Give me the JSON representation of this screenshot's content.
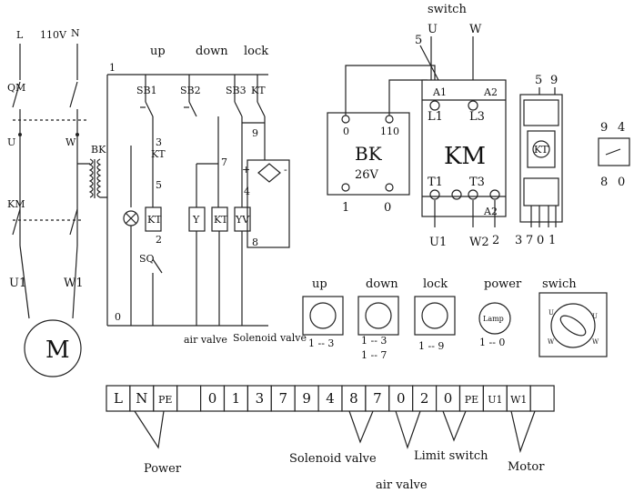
{
  "motor_circuit": {
    "supply_l": "L",
    "supply_v": "110V",
    "supply_n": "N",
    "qm": "QM",
    "u": "U",
    "w": "W",
    "km": "KM",
    "u1": "U1",
    "w1": "W1",
    "motor": "M",
    "bk": "BK"
  },
  "control_circuit": {
    "node_1": "1",
    "node_0": "0",
    "col_up": "up",
    "col_down": "down",
    "col_lock": "lock",
    "sb1": "SB1",
    "sb2": "SB2",
    "sb3": "SB3",
    "kt_top": "KT",
    "kt_contact": "KT",
    "n3": "3",
    "n5": "5",
    "n2": "2",
    "n7": "7",
    "n9": "9",
    "n4": "4",
    "n8": "8",
    "sq": "SQ",
    "coil_kt1": "KT",
    "coil_y": "Y",
    "coil_kt2": "KT",
    "coil_yv": "YV",
    "plus": "+",
    "minus": "-",
    "air_valve": "air valve",
    "solenoid_valve": "Solenoid valve"
  },
  "transformer": {
    "name": "BK",
    "voltage": "26V",
    "t0": "0",
    "t110": "110",
    "b1": "1",
    "b0": "0"
  },
  "contactor": {
    "switch_label": "switch",
    "u": "U",
    "w": "W",
    "n5": "5",
    "a1": "A1",
    "a2_top": "A2",
    "l1": "L1",
    "l3": "L3",
    "name": "KM",
    "t1": "T1",
    "t3": "T3",
    "a2_bot": "A2",
    "u1": "U1",
    "w2": "W2",
    "n2": "2"
  },
  "timer_relay": {
    "n5": "5",
    "n9": "9",
    "kt": "KT",
    "n3": "3",
    "n7": "7",
    "n0": "0",
    "n1": "1"
  },
  "small_switch": {
    "n9": "9",
    "n4": "4",
    "n8": "8",
    "n0": "0"
  },
  "panel": {
    "up": {
      "label": "up",
      "terms": "1 -- 3"
    },
    "down": {
      "label": "down",
      "terms1": "1 -- 3",
      "terms2": "1 -- 7"
    },
    "lock": {
      "label": "lock",
      "terms": "1 -- 9"
    },
    "power": {
      "label": "power",
      "lamp": "Lamp",
      "terms": "1 -- 0"
    },
    "swich": {
      "label": "swich",
      "u_left": "U",
      "u_right": "U",
      "w_left": "W",
      "w_right": "W"
    }
  },
  "terminal_strip": [
    "L",
    "N",
    "PE",
    "",
    "0",
    "1",
    "3",
    "7",
    "9",
    "4",
    "8",
    "7",
    "0",
    "2",
    "0",
    "PE",
    "U1",
    "W1",
    ""
  ],
  "strip_labels": {
    "power": "Power",
    "solenoid_valve": "Solenoid valve",
    "limit_switch": "Limit switch",
    "motor": "Motor",
    "air_valve": "air valve"
  }
}
